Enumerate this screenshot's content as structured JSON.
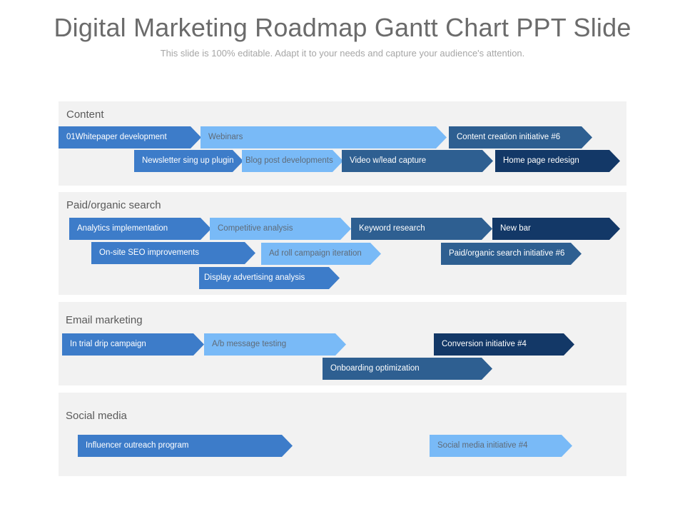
{
  "header": {
    "title": "Digital Marketing Roadmap Gantt Chart PPT Slide",
    "subtitle": "This slide is 100% editable. Adapt it to your needs and capture your audience's attention."
  },
  "colors": {
    "shade_1": "#3d7cc9",
    "shade_2": "#79baf7",
    "shade_3": "#2e5f91",
    "shade_4": "#133867",
    "panel": "#f2f2f2"
  },
  "sections": [
    {
      "label": "Content",
      "bars": [
        "01Whitepaper development",
        "Webinars",
        "Content creation initiative #6",
        "Newsletter sing up plugin",
        "Blog post developments",
        "Video w/lead capture",
        "Home page redesign"
      ]
    },
    {
      "label": "Paid/organic search",
      "bars": [
        "Analytics implementation",
        "Competitive analysis",
        "Keyword research",
        "New bar",
        "On-site SEO improvements",
        "Ad roll campaign iteration",
        "Paid/organic search initiative #6",
        "Display advertising analysis"
      ]
    },
    {
      "label": "Email marketing",
      "bars": [
        "In trial drip campaign",
        "A/b message testing",
        "Conversion initiative #4",
        "Onboarding optimization"
      ]
    },
    {
      "label": "Social media",
      "bars": [
        "Influencer outreach program",
        "Social media initiative #4"
      ]
    }
  ]
}
